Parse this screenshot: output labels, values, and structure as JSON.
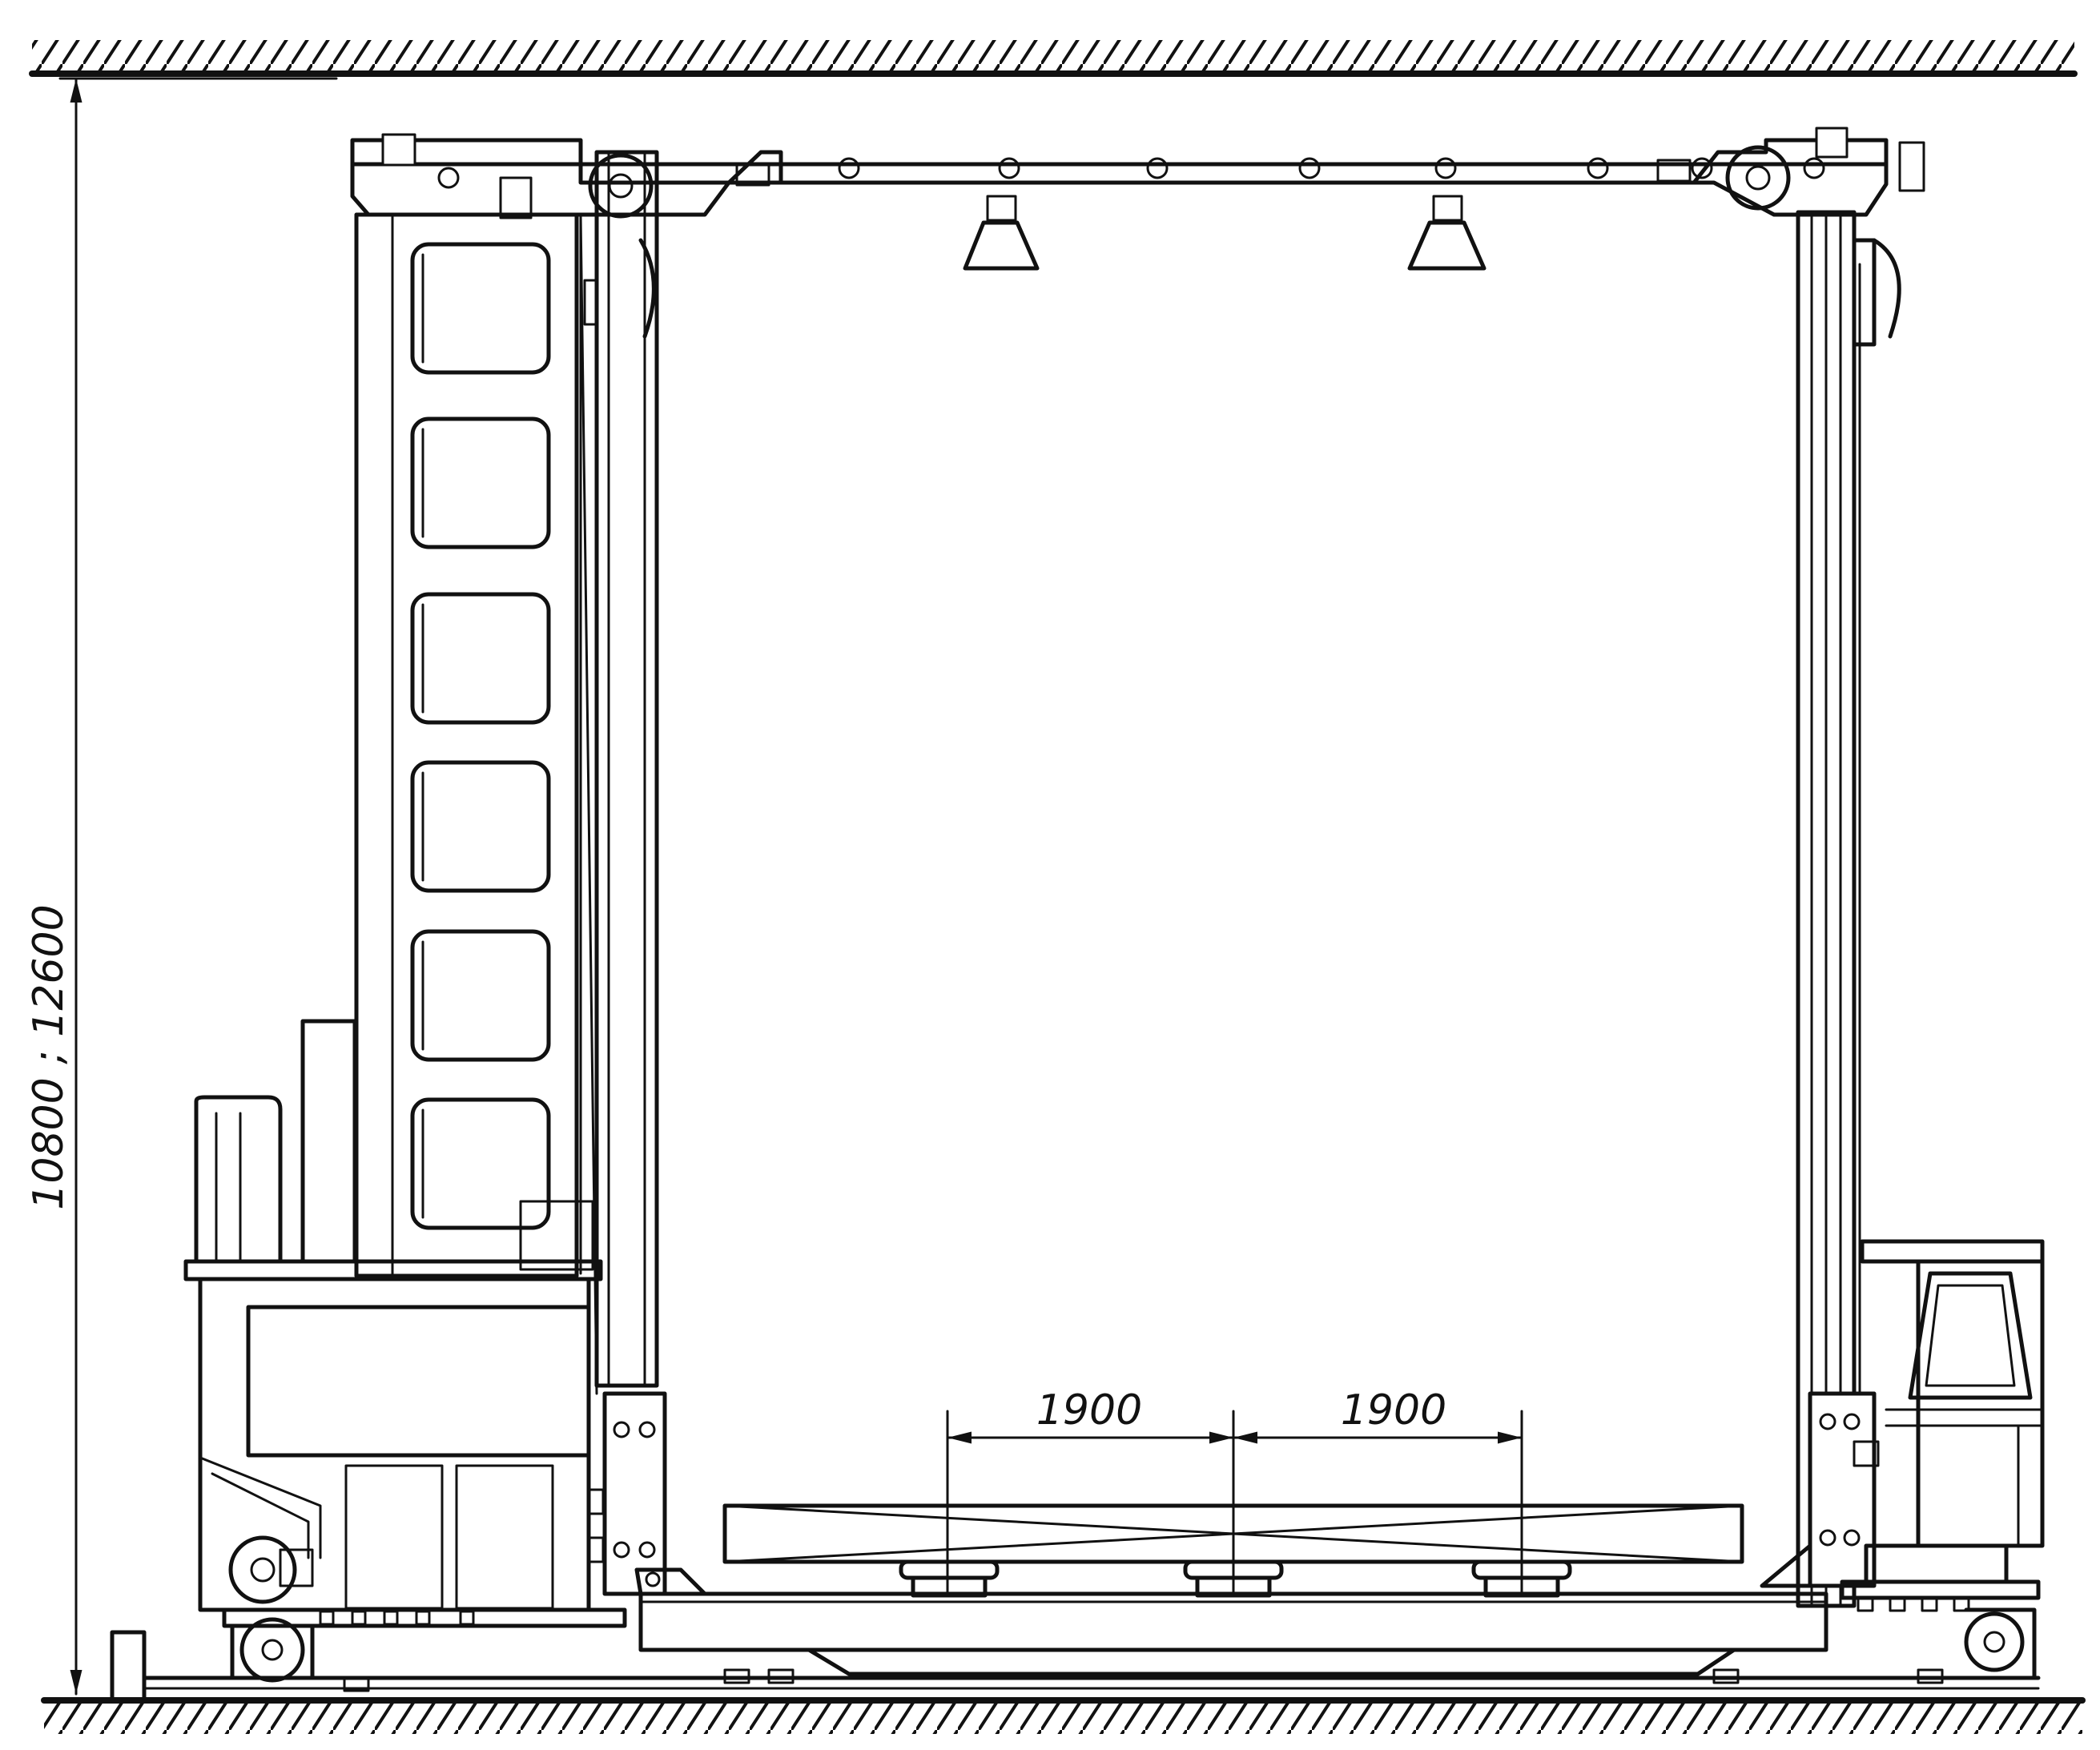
{
  "dimensions": {
    "overall_height": "10800 ; 12600",
    "table_spacing_left": "1900",
    "table_spacing_right": "1900"
  }
}
